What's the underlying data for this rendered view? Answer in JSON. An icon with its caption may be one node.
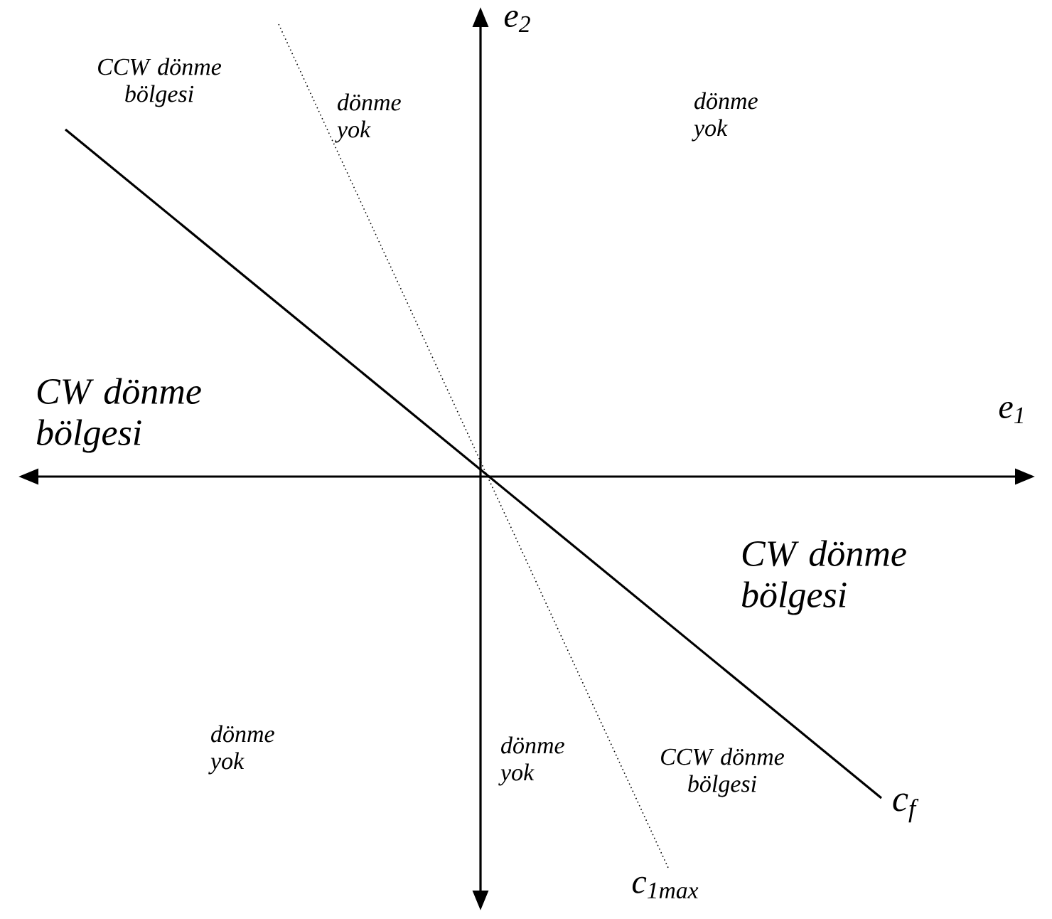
{
  "diagram": {
    "labels": [
      "CCW dönme bölgesi",
      "dönme yok",
      "e$_{2}$",
      "dönme yok",
      "CW dönme bölgesi",
      "e$_{1}$",
      "CW dönme bölgesi",
      "dönme yok",
      "CCW dönme bölgesi",
      "dönme yok",
      "c$_{f}$",
      "c$_{1max}$"
    ]
  }
}
